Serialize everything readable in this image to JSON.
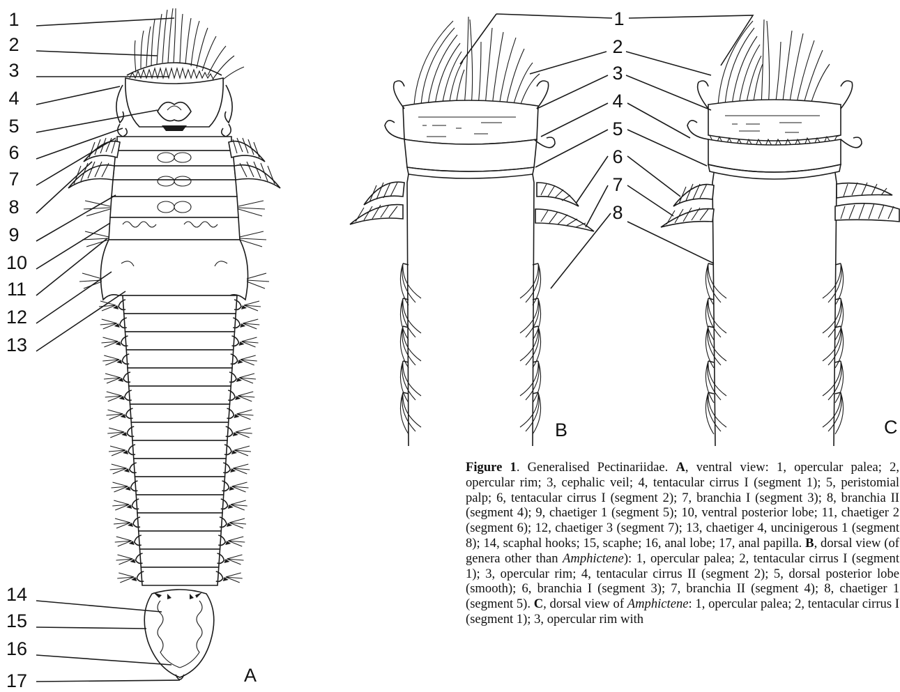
{
  "panels": {
    "A": {
      "label": "A",
      "callouts": [
        "1",
        "2",
        "3",
        "4",
        "5",
        "6",
        "7",
        "8",
        "9",
        "10",
        "11",
        "12",
        "13",
        "14",
        "15",
        "16",
        "17"
      ]
    },
    "B": {
      "label": "B",
      "callouts": [
        "1",
        "2",
        "3",
        "4",
        "5",
        "6",
        "7",
        "8"
      ]
    },
    "C": {
      "label": "C"
    }
  },
  "caption": {
    "title": "Figure 1",
    "intro": ". Generalised Pectinariidae. ",
    "A_label": "A",
    "A_text": ", ventral view: 1, opercular palea; 2, opercular rim; 3, cephalic veil; 4, tentacular cirrus I (segment 1); 5, peristomial palp; 6, tentacular cirrus I (segment 2); 7, branchia I (segment 3); 8, branchia II (segment 4); 9, chaetiger 1 (segment 5); 10, ventral posterior lobe; 11, chaetiger 2 (segment 6); 12, chaetiger 3 (segment 7); 13, chaetiger 4, uncinigerous 1 (segment 8); 14, scaphal hooks; 15, scaphe; 16, anal lobe; 17, anal papilla. ",
    "B_label": "B",
    "B_text_1": ", dorsal view (of genera other than ",
    "B_italic": "Amphictene",
    "B_text_2": "): 1, opercular palea; 2, tentacular cirrus I (segment 1); 3, opercular rim; 4, tentacular cirrus II (segment 2); 5, dorsal posterior lobe (smooth); 6, branchia I (segment 3); 7, branchia II (segment 4); 8, chaetiger 1 (segment 5). ",
    "C_label": "C",
    "C_text_1": ", dorsal view of ",
    "C_italic": "Amphictene",
    "C_text_2": ": 1, opercular palea; 2, tentacular cirrus I (segment 1); 3, opercular rim with"
  }
}
